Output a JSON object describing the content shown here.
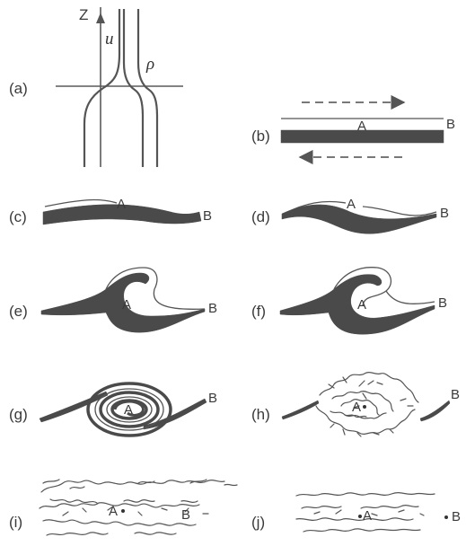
{
  "panels": {
    "a": {
      "label": "(a)",
      "axis": "Z",
      "velocity": "u",
      "density": "ρ"
    },
    "b": {
      "label": "(b)",
      "point_a": "A",
      "point_b": "B"
    },
    "c": {
      "label": "(c)",
      "point_a": "A",
      "point_b": "B"
    },
    "d": {
      "label": "(d)",
      "point_a": "A",
      "point_b": "B"
    },
    "e": {
      "label": "(e)",
      "point_a": "A",
      "point_b": "B"
    },
    "f": {
      "label": "(f)",
      "point_a": "A",
      "point_b": "B"
    },
    "g": {
      "label": "(g)",
      "point_a": "A",
      "point_b": "B"
    },
    "h": {
      "label": "(h)",
      "point_a": "A",
      "point_b": "B"
    },
    "i": {
      "label": "(i)",
      "point_a": "A",
      "point_b": "B"
    },
    "j": {
      "label": "(j)",
      "point_a": "A",
      "point_b": "B"
    }
  }
}
